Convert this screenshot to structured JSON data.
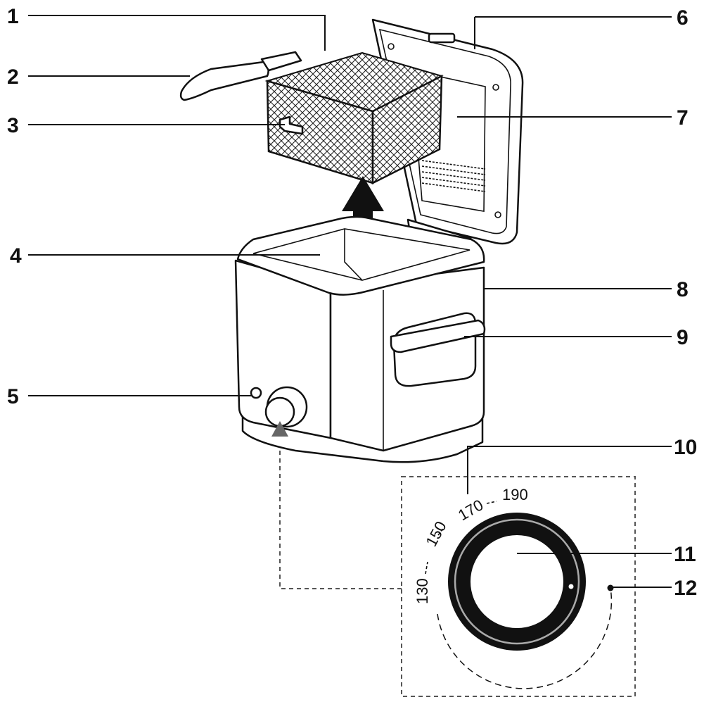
{
  "callouts": [
    "1",
    "2",
    "3",
    "4",
    "5",
    "6",
    "7",
    "8",
    "9",
    "10",
    "11",
    "12"
  ],
  "thermostat": {
    "temps": [
      "130",
      "150",
      "170",
      "190"
    ]
  }
}
